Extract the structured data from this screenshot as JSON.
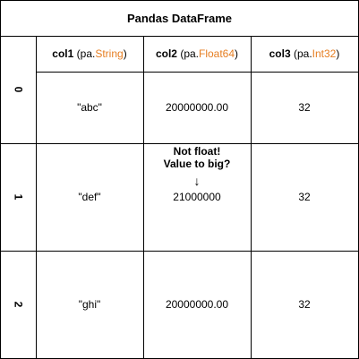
{
  "title": "Pandas DataFrame",
  "columns": [
    {
      "name": "col1",
      "open": " (pa.",
      "type": "String",
      "close": ")"
    },
    {
      "name": "col2",
      "open": " (pa.",
      "type": "Float64",
      "close": ")"
    },
    {
      "name": "col3",
      "open": " (pa.",
      "type": "Int32",
      "close": ")"
    }
  ],
  "rows": [
    {
      "index": "0",
      "cells": [
        "\"abc\"",
        "20000000.00",
        "32"
      ]
    },
    {
      "index": "1",
      "cells": [
        "\"def\"",
        "21000000",
        "32"
      ]
    },
    {
      "index": "2",
      "cells": [
        "\"ghi\"",
        "20000000.00",
        "32"
      ]
    }
  ],
  "annotation": {
    "line1": "Not float!",
    "line2": "Value to big?",
    "arrow": "↓"
  },
  "colors": {
    "type_accent": "#e67e22",
    "border": "#000000"
  }
}
